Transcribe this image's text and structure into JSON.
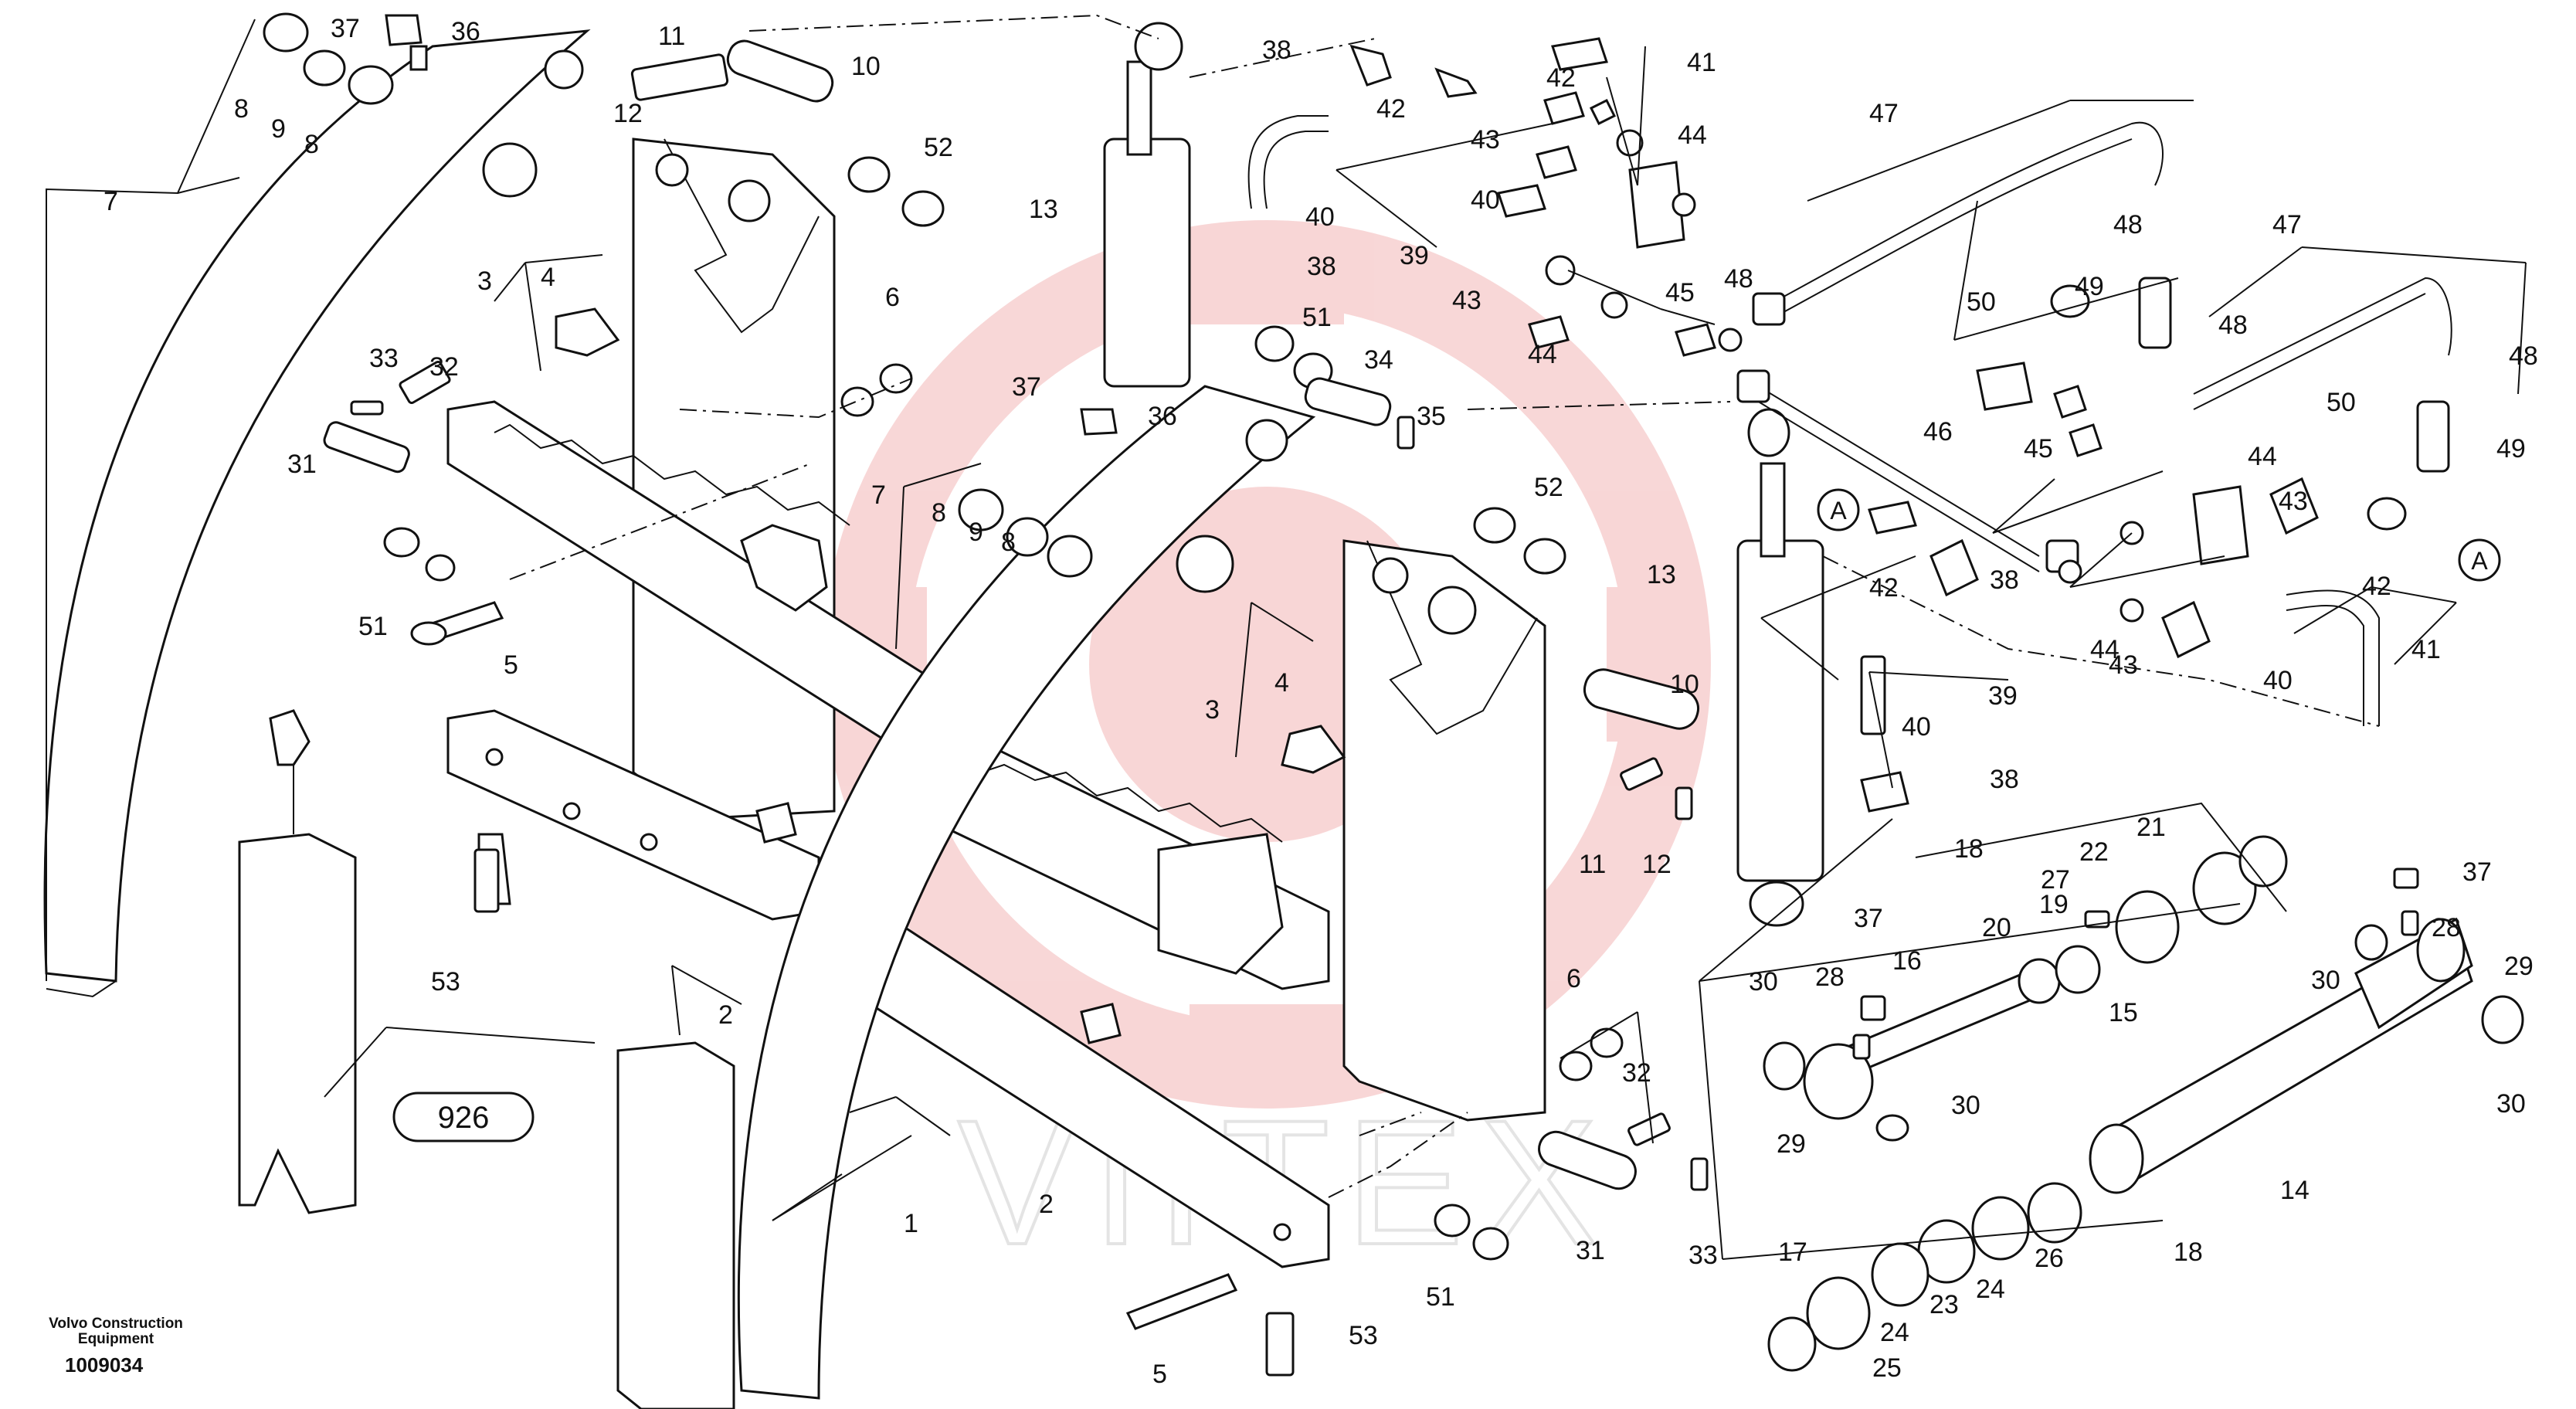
{
  "diagram": {
    "maker": "Volvo Construction Equipment",
    "document_number": "1009034",
    "reference_badge": "926",
    "watermark": "VIITEX",
    "watermark_color": "#f3b6b6",
    "section_marker": "A",
    "callouts": [
      "1",
      "2",
      "3",
      "4",
      "5",
      "6",
      "7",
      "8",
      "9",
      "10",
      "11",
      "12",
      "13",
      "14",
      "15",
      "16",
      "17",
      "18",
      "19",
      "20",
      "21",
      "22",
      "23",
      "24",
      "25",
      "26",
      "27",
      "28",
      "29",
      "30",
      "31",
      "32",
      "33",
      "34",
      "35",
      "36",
      "37",
      "38",
      "39",
      "40",
      "41",
      "42",
      "43",
      "44",
      "45",
      "46",
      "47",
      "48",
      "49",
      "50",
      "51",
      "52",
      "53"
    ]
  }
}
